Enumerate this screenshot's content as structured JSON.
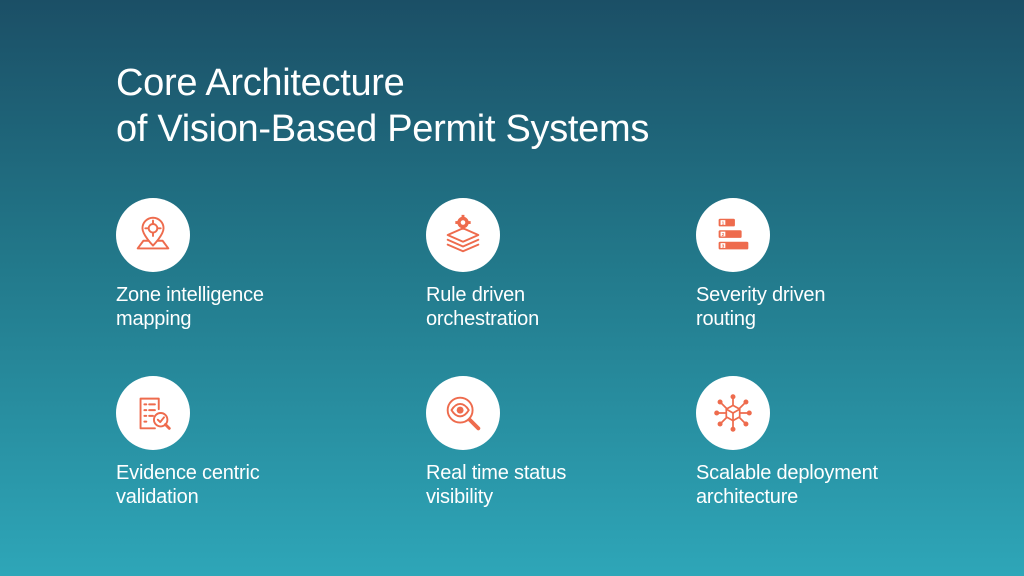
{
  "heading": {
    "line1": "Core Architecture",
    "line2": "of Vision-Based Permit Systems"
  },
  "accent_color": "#ee6b4d",
  "features": [
    {
      "icon": "map-pin-target-icon",
      "line1": "Zone intelligence",
      "line2": "mapping"
    },
    {
      "icon": "gear-layers-icon",
      "line1": "Rule driven",
      "line2": "orchestration"
    },
    {
      "icon": "ranked-levels-icon",
      "line1": "Severity driven",
      "line2": "routing",
      "badges": [
        "1",
        "2",
        "3"
      ]
    },
    {
      "icon": "checklist-magnifier-icon",
      "line1": "Evidence centric",
      "line2": "validation"
    },
    {
      "icon": "eye-magnifier-icon",
      "line1": "Real time status",
      "line2": "visibility"
    },
    {
      "icon": "network-cube-icon",
      "line1": "Scalable deployment",
      "line2": "architecture"
    }
  ]
}
